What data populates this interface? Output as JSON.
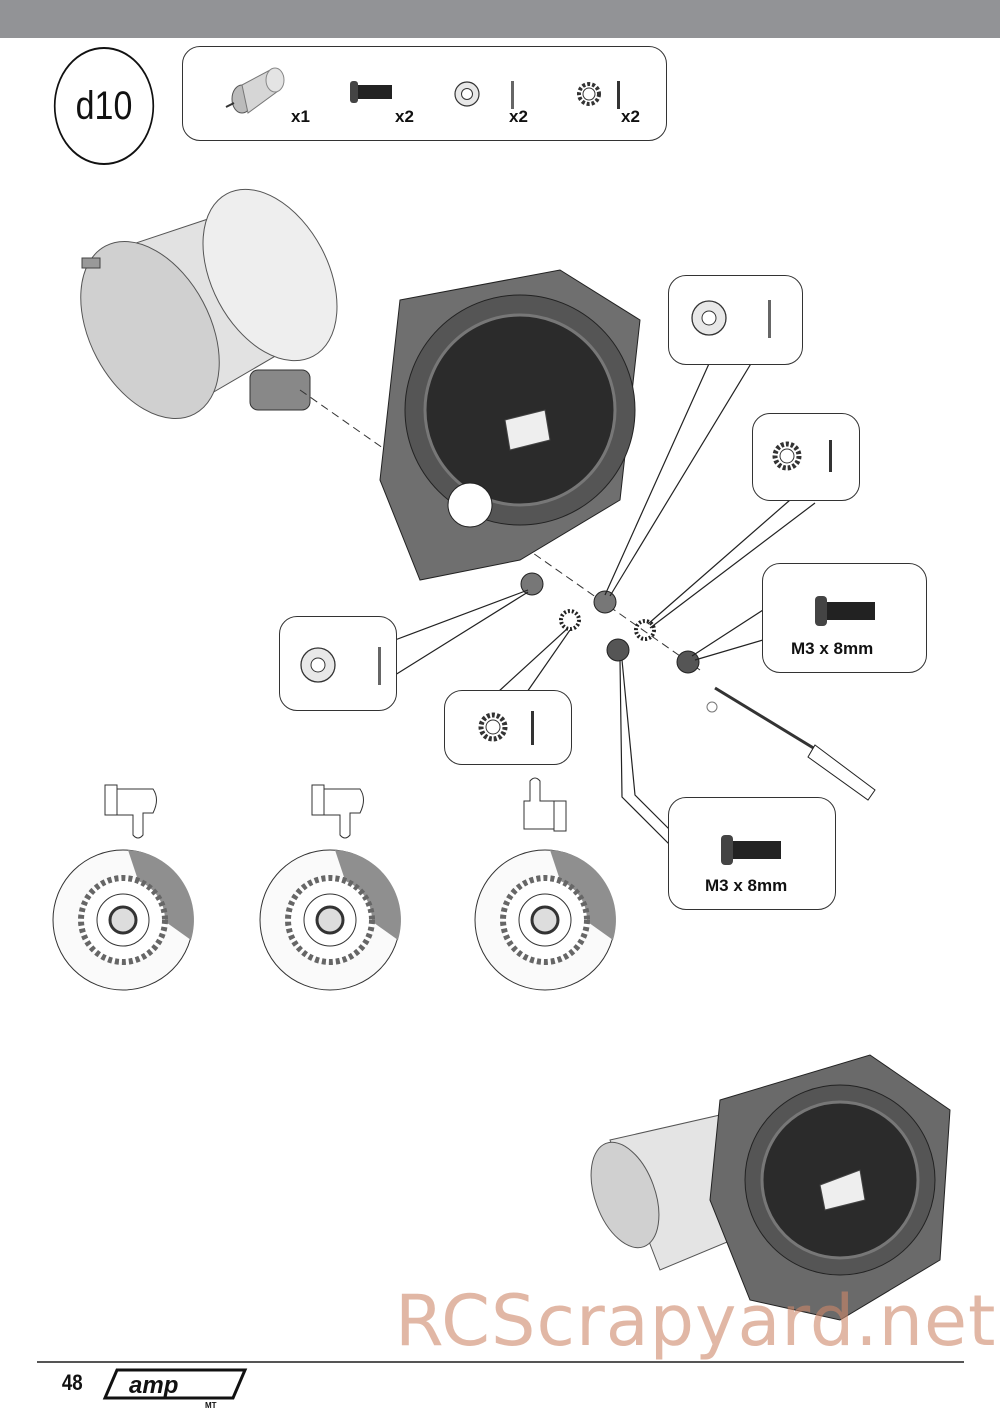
{
  "page": {
    "step_label": "d10",
    "page_number": "48",
    "brand_logo": "amp",
    "brand_sub": "MT",
    "watermark": "RCScrapyard.net"
  },
  "parts_list": [
    {
      "name": "motor",
      "qty": "x1"
    },
    {
      "name": "screw",
      "qty": "x2"
    },
    {
      "name": "flat-washer",
      "qty": "x2"
    },
    {
      "name": "lock-washer",
      "qty": "x2"
    }
  ],
  "callouts": {
    "screw_right": "M3 x 8mm",
    "screw_bottom": "M3 x 8mm"
  },
  "mesh_examples": [
    {
      "verdict": "thumbs-down",
      "label": "incorrect"
    },
    {
      "verdict": "thumbs-down",
      "label": "incorrect"
    },
    {
      "verdict": "thumbs-up",
      "label": "correct"
    }
  ],
  "colors": {
    "header_bar": "#929396",
    "watermark": "#cd8769",
    "gear_shade": "#8f8f8f"
  }
}
